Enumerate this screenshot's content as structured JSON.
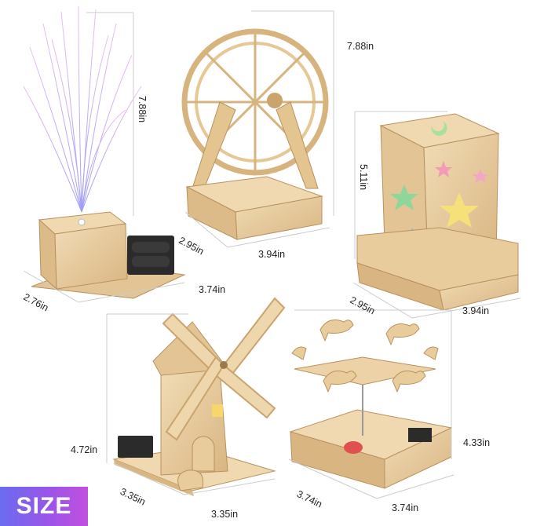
{
  "badge": {
    "label": "SIZE"
  },
  "colors": {
    "badge_start": "#6a6cf0",
    "badge_end": "#c24fe0",
    "wood": "#e8c999",
    "wood_dark": "#c9a46e"
  },
  "products": [
    {
      "name": "fiber-lamp",
      "height": "7.88in",
      "width": "3.74in",
      "depth": "2.76in"
    },
    {
      "name": "ferris-wheel",
      "height": "7.88in",
      "width": "3.94in",
      "depth": "2.95in"
    },
    {
      "name": "star-lamp",
      "height": "5.11in",
      "width": "3.94in",
      "depth": "2.95in"
    },
    {
      "name": "windmill",
      "height": "4.72in",
      "width": "3.35in",
      "depth": "3.35in"
    },
    {
      "name": "carousel",
      "height": "4.33in",
      "width": "3.74in",
      "depth": "3.74in"
    }
  ]
}
